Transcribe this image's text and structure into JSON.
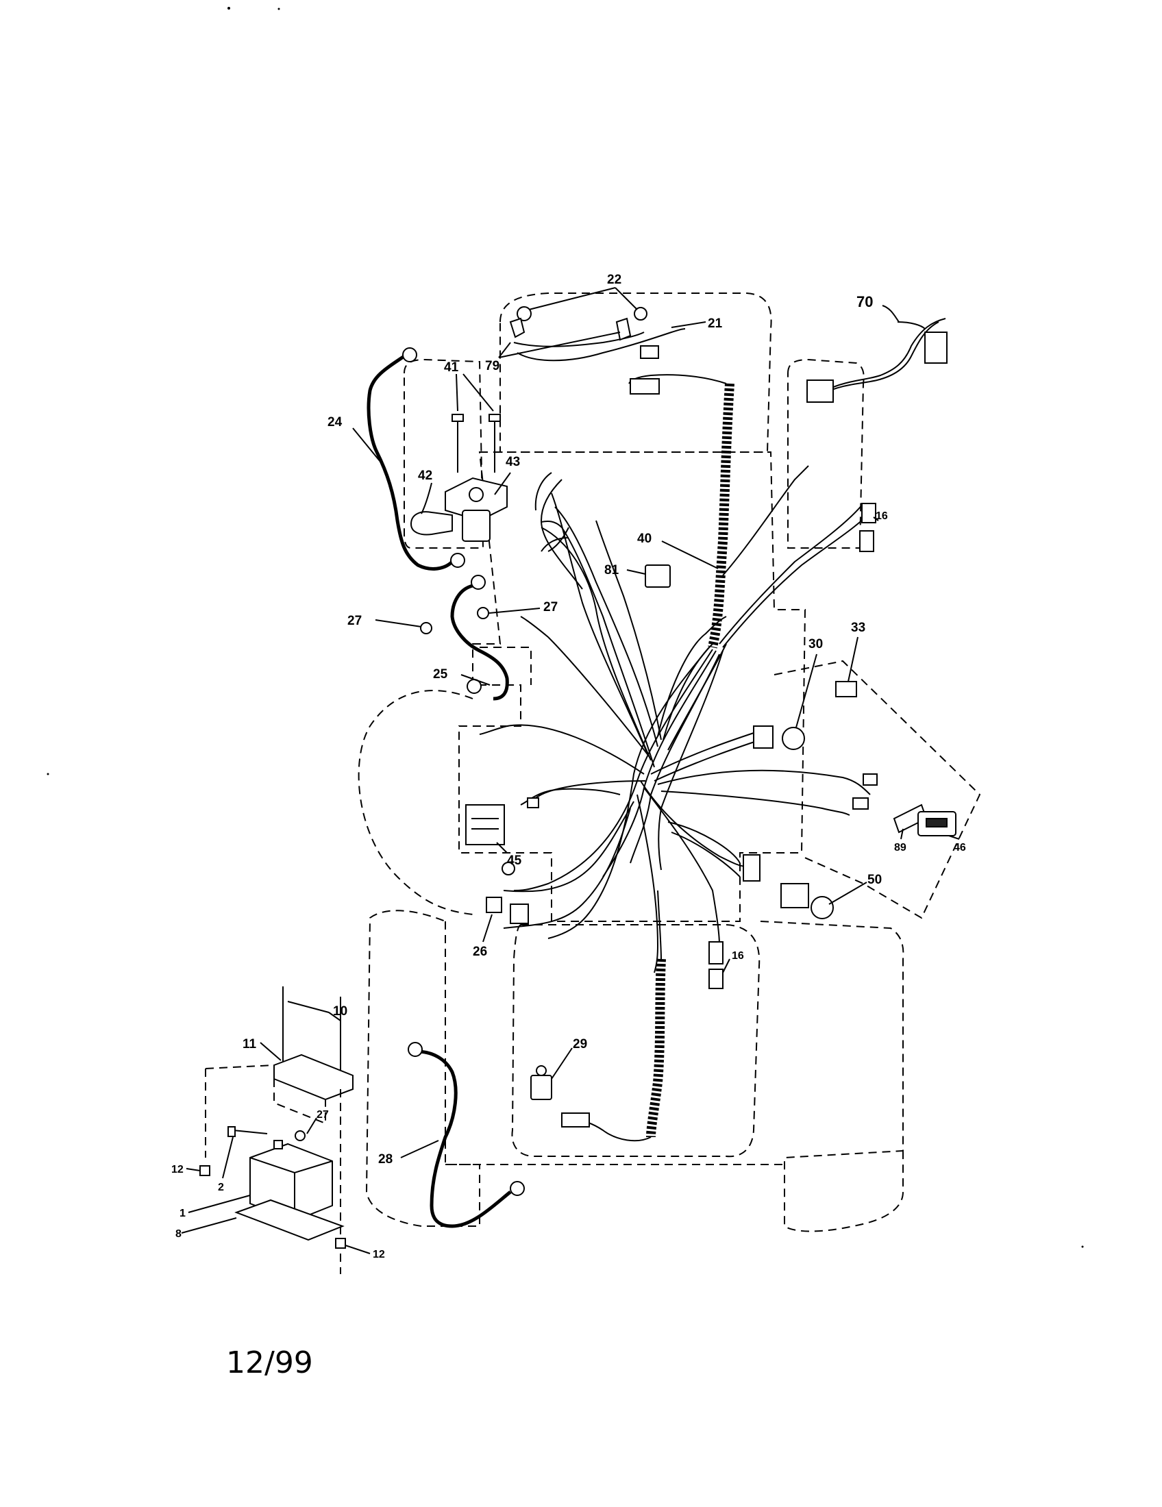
{
  "date_code": "12/99",
  "callouts": [
    "22",
    "21",
    "70",
    "79",
    "41",
    "24",
    "42",
    "43",
    "16",
    "40",
    "81",
    "27",
    "27",
    "30",
    "33",
    "25",
    "45",
    "89",
    "46",
    "50",
    "26",
    "16",
    "10",
    "11",
    "29",
    "27",
    "28",
    "12",
    "2",
    "1",
    "8",
    "12"
  ]
}
